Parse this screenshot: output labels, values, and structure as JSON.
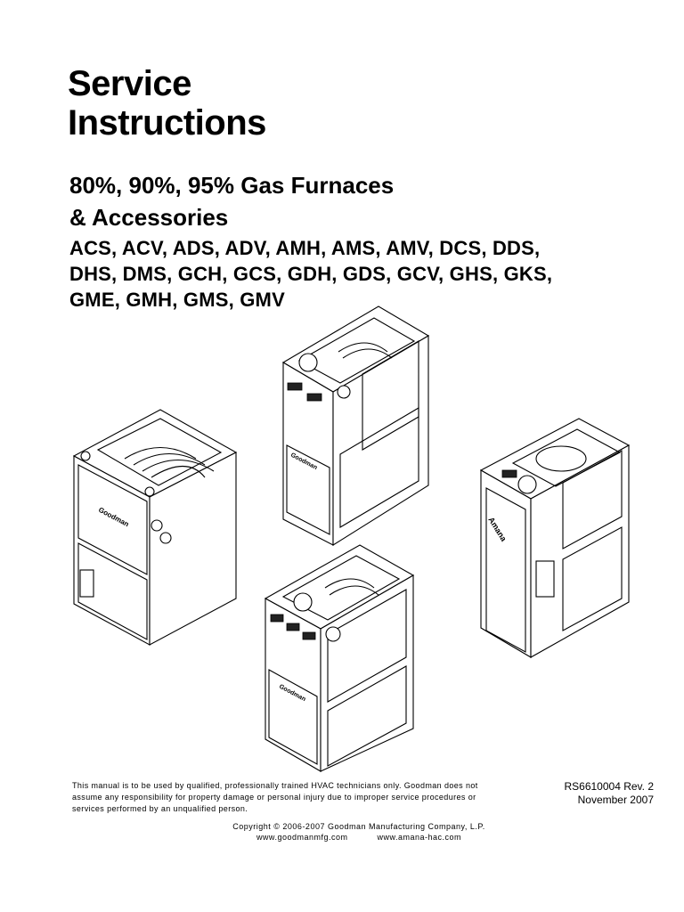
{
  "title": {
    "line1": "Service",
    "line2": "Instructions"
  },
  "subtitle": {
    "line1": "80%, 90%, 95% Gas Furnaces",
    "line2": "& Accessories"
  },
  "models": {
    "line1": "ACS, ACV, ADS, ADV, AMH, AMS, AMV, DCS, DDS,",
    "line2": "DHS, DMS, GCH, GCS, GDH, GDS, GCV, GHS, GKS,",
    "line3": "GME, GMH, GMS, GMV"
  },
  "illustration": {
    "brand_labels": [
      "Goodman",
      "Goodman",
      "Goodman",
      "Amana"
    ]
  },
  "footer": {
    "disclaimer": "This manual is to be used by qualified, professionally trained HVAC technicians only. Goodman does not assume any responsibility for property damage or personal injury due to improper service procedures or services performed by an unqualified person.",
    "doc_number": "RS6610004 Rev. 2",
    "date": "November 2007",
    "copyright": "Copyright © 2006-2007 Goodman Manufacturing Company, L.P.",
    "url1": "www.goodmanmfg.com",
    "url2": "www.amana-hac.com"
  }
}
